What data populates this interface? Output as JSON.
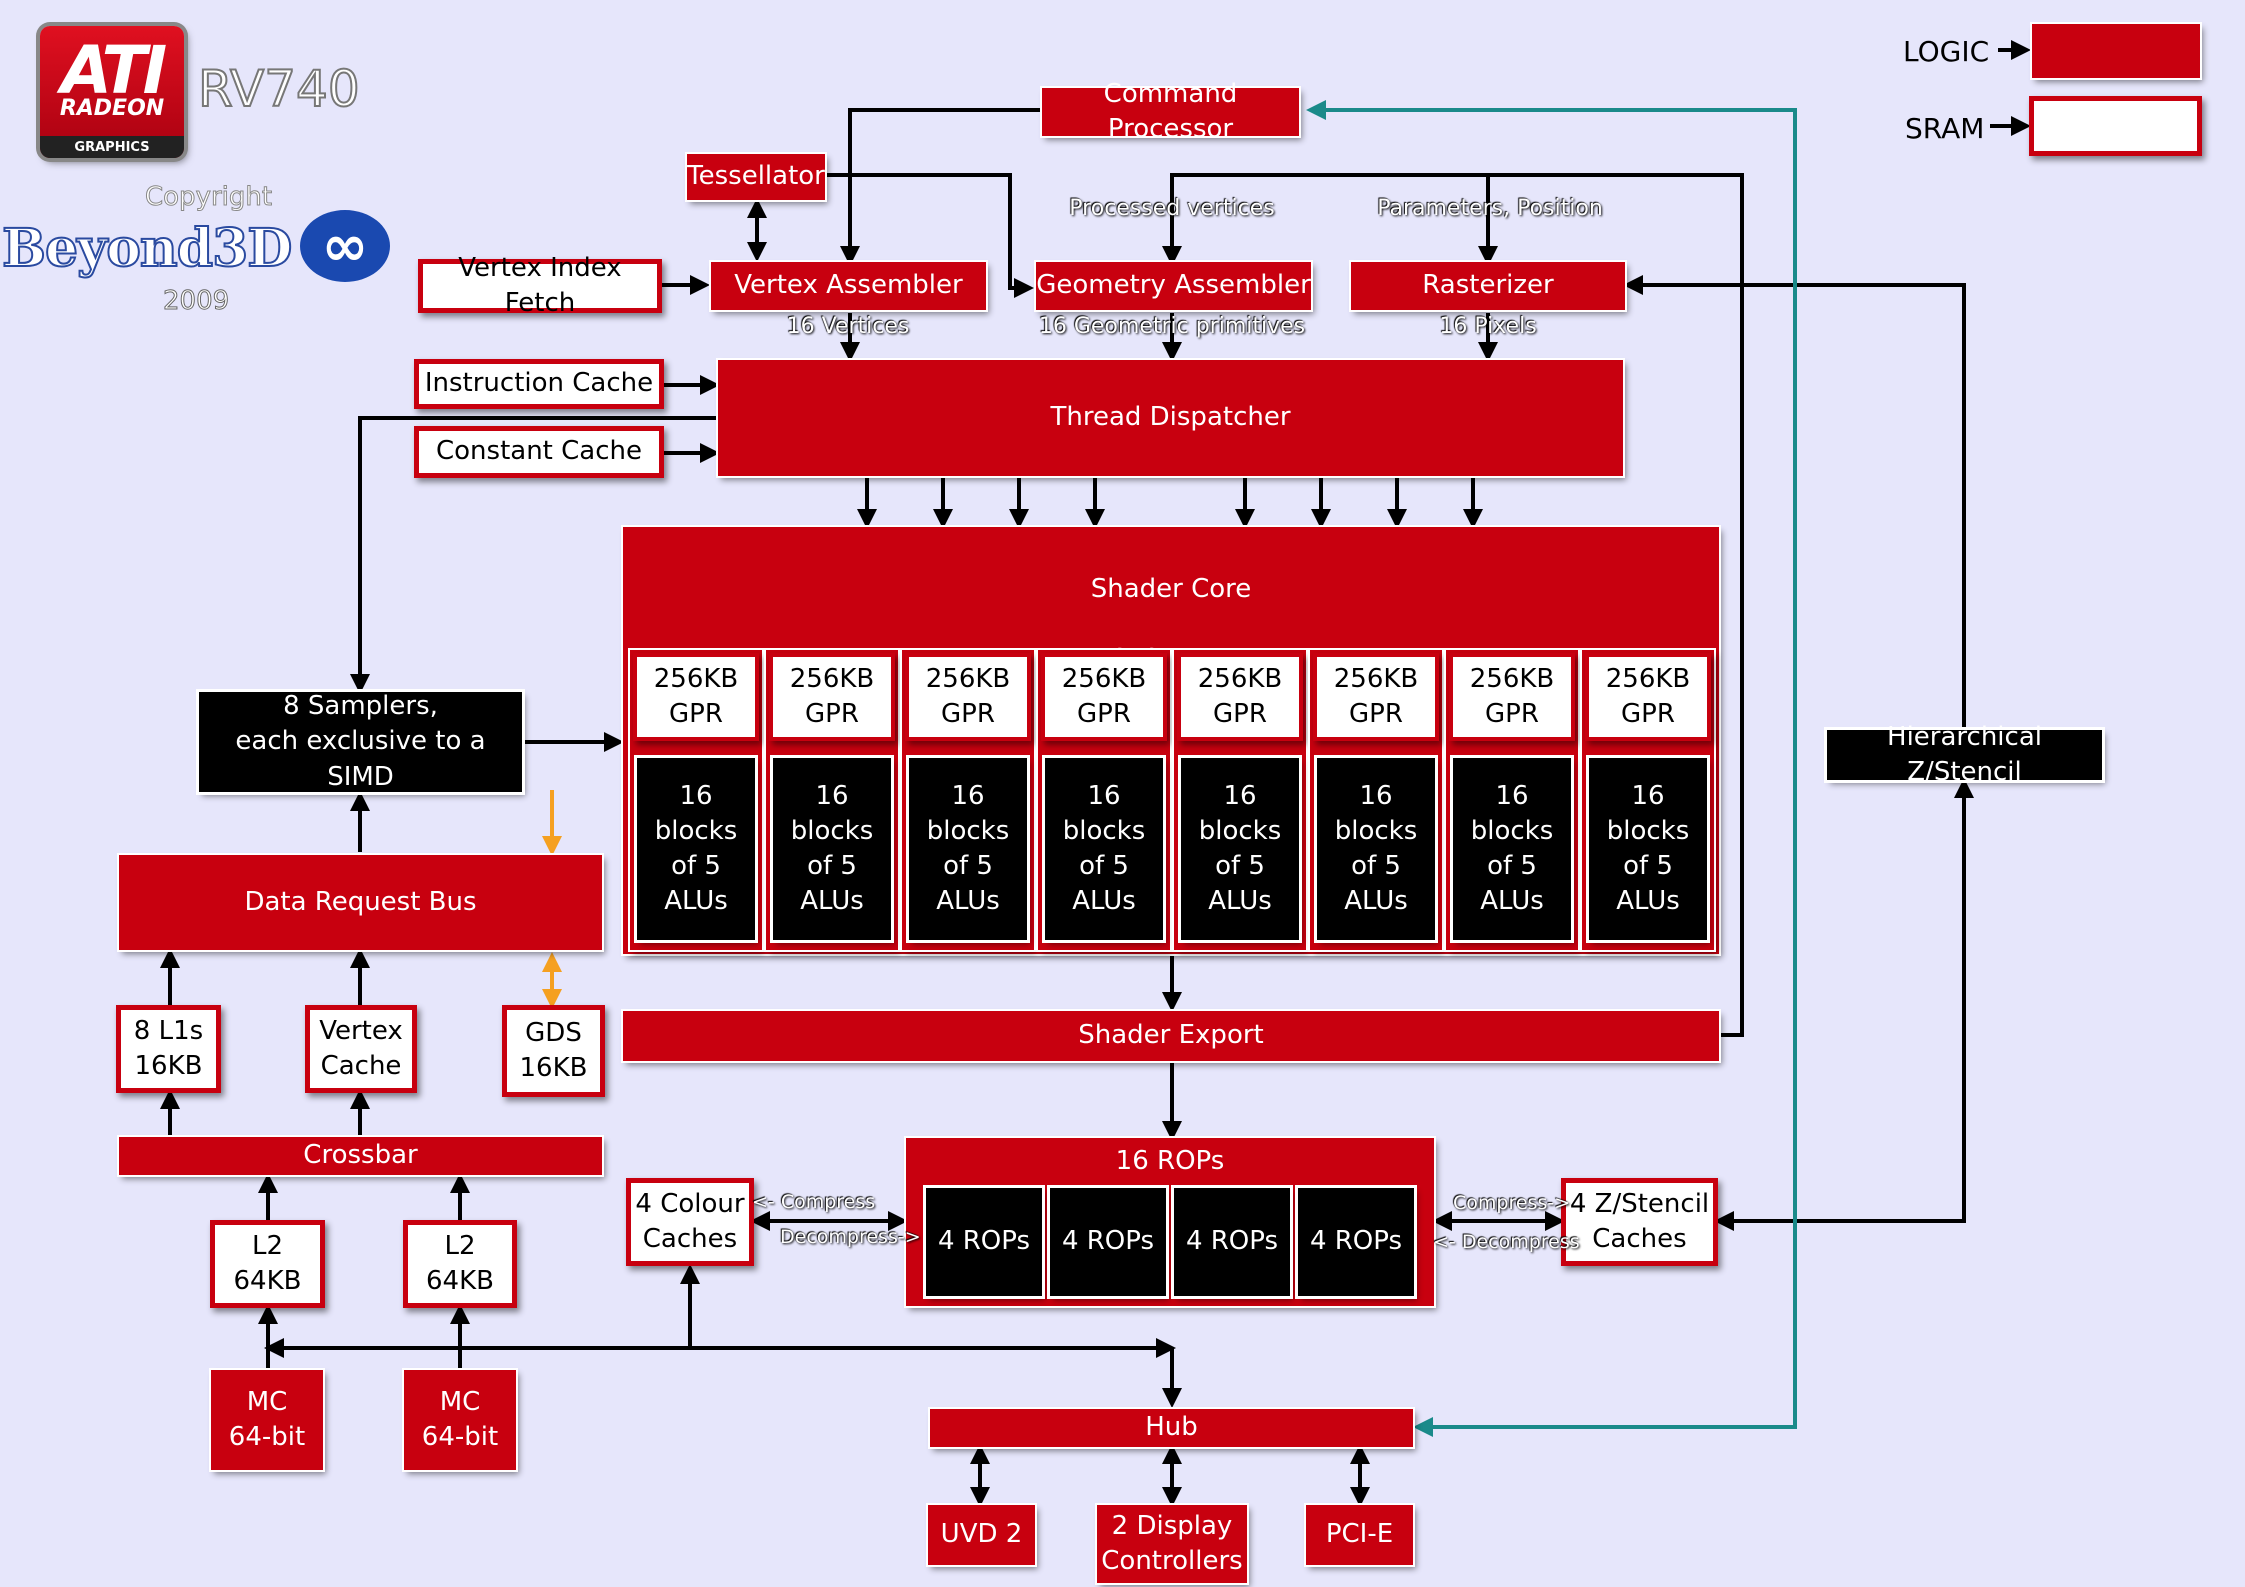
{
  "header": {
    "logo_text": "ATI",
    "logo_subtext": "RADEON",
    "logo_tagline": "GRAPHICS",
    "chip_name": "RV740",
    "copyright_label": "Copyright",
    "site_name": "Beyond3D",
    "year": "2009"
  },
  "legend": {
    "logic_label": "LOGIC",
    "sram_label": "SRAM"
  },
  "frontend": {
    "command_processor": "Command Processor",
    "tessellator": "Tessellator",
    "vertex_index_fetch": "Vertex Index Fetch",
    "vertex_assembler": "Vertex Assembler",
    "geometry_assembler": "Geometry Assembler",
    "rasterizer": "Rasterizer",
    "processed_vertices": "Processed vertices",
    "parameters_position": "Parameters, Position",
    "vertices_16": "16 Vertices",
    "geometric_primitives_16": "16 Geometric primitives",
    "pixels_16": "16 Pixels",
    "instruction_cache": "Instruction Cache",
    "constant_cache": "Constant Cache",
    "thread_dispatcher": "Thread Dispatcher"
  },
  "shader_core": {
    "title_line1": "Shader Core",
    "title_line2": "640 ALUs",
    "title_line3": "2MB Register file",
    "simds": [
      {
        "gpr": "256KB\nGPR",
        "alu_line1": "16 blocks",
        "alu_line2": "of 5 ALUs"
      },
      {
        "gpr": "256KB\nGPR",
        "alu_line1": "16 blocks",
        "alu_line2": "of 5 ALUs"
      },
      {
        "gpr": "256KB\nGPR",
        "alu_line1": "16 blocks",
        "alu_line2": "of 5 ALUs"
      },
      {
        "gpr": "256KB\nGPR",
        "alu_line1": "16 blocks",
        "alu_line2": "of 5 ALUs"
      },
      {
        "gpr": "256KB\nGPR",
        "alu_line1": "16 blocks",
        "alu_line2": "of 5 ALUs"
      },
      {
        "gpr": "256KB\nGPR",
        "alu_line1": "16 blocks",
        "alu_line2": "of 5 ALUs"
      },
      {
        "gpr": "256KB\nGPR",
        "alu_line1": "16 blocks",
        "alu_line2": "of 5 ALUs"
      },
      {
        "gpr": "256KB\nGPR",
        "alu_line1": "16 blocks",
        "alu_line2": "of 5 ALUs"
      }
    ],
    "shader_export": "Shader Export"
  },
  "texture": {
    "samplers": "8 Samplers,\neach exclusive to a SIMD",
    "data_request_bus": "Data Request Bus",
    "l1s": "8 L1s\n16KB",
    "vertex_cache": "Vertex\nCache",
    "gds": "GDS\n16KB",
    "crossbar": "Crossbar",
    "l2_a": "L2\n64KB",
    "l2_b": "L2\n64KB",
    "mc_a": "MC\n64-bit",
    "mc_b": "MC\n64-bit"
  },
  "backend": {
    "rops_title": "16 ROPs",
    "rop_groups": [
      "4 ROPs",
      "4 ROPs",
      "4 ROPs",
      "4 ROPs"
    ],
    "colour_caches": "4 Colour\nCaches",
    "z_stencil_caches": "4 Z/Stencil\nCaches",
    "hierarchical_z": "Hierarchical Z/Stencil",
    "compress_left": "<- Compress",
    "decompress_left": "Decompress->",
    "compress_right": "Compress->",
    "decompress_right": "<- Decompress"
  },
  "io": {
    "hub": "Hub",
    "uvd": "UVD 2",
    "display_controllers": "2 Display\nControllers",
    "pcie": "PCI-E"
  },
  "colors": {
    "logic": "#c8000f",
    "sram_border": "#c8000f",
    "background": "#e6e6fb",
    "command_link": "#1a8a8a",
    "gds_link": "#f5a020"
  }
}
